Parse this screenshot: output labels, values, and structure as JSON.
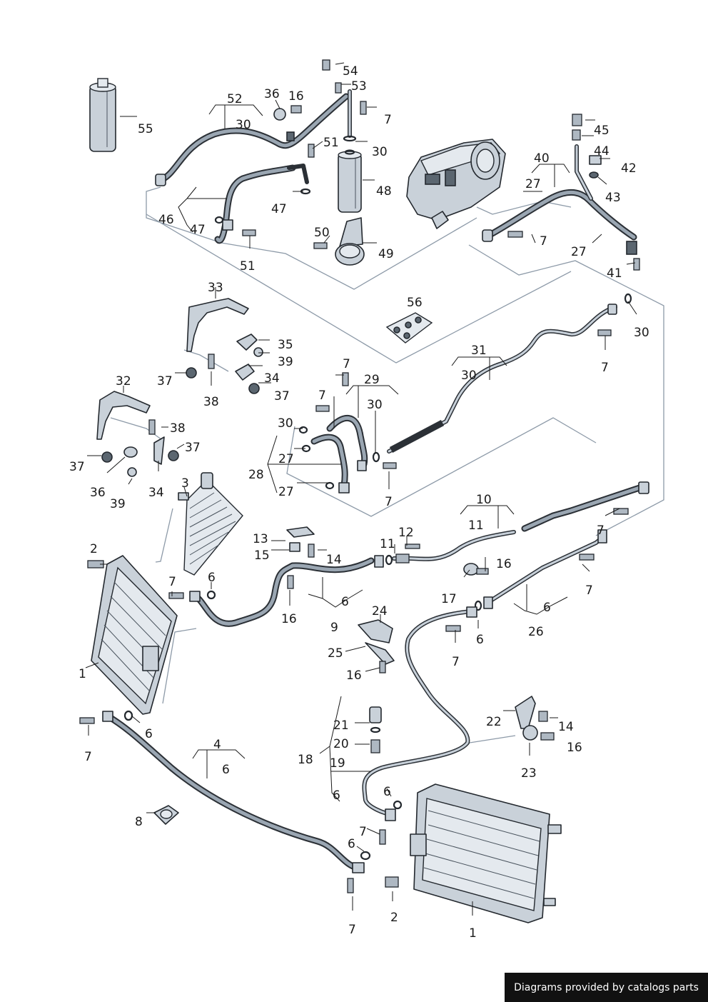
{
  "diagram": {
    "callouts": [
      {
        "id": "c55",
        "text": "55"
      },
      {
        "id": "c52",
        "text": "52"
      },
      {
        "id": "c30a",
        "text": "30"
      },
      {
        "id": "c36a",
        "text": "36"
      },
      {
        "id": "c16a",
        "text": "16"
      },
      {
        "id": "c54",
        "text": "54"
      },
      {
        "id": "c53",
        "text": "53"
      },
      {
        "id": "c7a",
        "text": "7"
      },
      {
        "id": "c51a",
        "text": "51"
      },
      {
        "id": "c30b",
        "text": "30"
      },
      {
        "id": "c48",
        "text": "48"
      },
      {
        "id": "c47a",
        "text": "47"
      },
      {
        "id": "c46",
        "text": "46"
      },
      {
        "id": "c47b",
        "text": "47"
      },
      {
        "id": "c50",
        "text": "50"
      },
      {
        "id": "c49",
        "text": "49"
      },
      {
        "id": "c51b",
        "text": "51"
      },
      {
        "id": "c45",
        "text": "45"
      },
      {
        "id": "c44",
        "text": "44"
      },
      {
        "id": "c42",
        "text": "42"
      },
      {
        "id": "c40",
        "text": "40"
      },
      {
        "id": "c27a",
        "text": "27"
      },
      {
        "id": "c43",
        "text": "43"
      },
      {
        "id": "c7b",
        "text": "7"
      },
      {
        "id": "c27b",
        "text": "27"
      },
      {
        "id": "c41",
        "text": "41"
      },
      {
        "id": "c56",
        "text": "56"
      },
      {
        "id": "c30c",
        "text": "30"
      },
      {
        "id": "c33",
        "text": "33"
      },
      {
        "id": "c35",
        "text": "35"
      },
      {
        "id": "c39a",
        "text": "39"
      },
      {
        "id": "c37a",
        "text": "37"
      },
      {
        "id": "c34a",
        "text": "34"
      },
      {
        "id": "c38a",
        "text": "38"
      },
      {
        "id": "c37b",
        "text": "37"
      },
      {
        "id": "c31",
        "text": "31"
      },
      {
        "id": "c30d",
        "text": "30"
      },
      {
        "id": "c7c",
        "text": "7"
      },
      {
        "id": "c7d",
        "text": "7"
      },
      {
        "id": "c29",
        "text": "29"
      },
      {
        "id": "c7e",
        "text": "7"
      },
      {
        "id": "c30e",
        "text": "30"
      },
      {
        "id": "c30f",
        "text": "30"
      },
      {
        "id": "c32",
        "text": "32"
      },
      {
        "id": "c38b",
        "text": "38"
      },
      {
        "id": "c37c",
        "text": "37"
      },
      {
        "id": "c37d",
        "text": "37"
      },
      {
        "id": "c36b",
        "text": "36"
      },
      {
        "id": "c34b",
        "text": "34"
      },
      {
        "id": "c39b",
        "text": "39"
      },
      {
        "id": "c27c",
        "text": "27"
      },
      {
        "id": "c28",
        "text": "28"
      },
      {
        "id": "c27d",
        "text": "27"
      },
      {
        "id": "c7f",
        "text": "7"
      },
      {
        "id": "c3",
        "text": "3"
      },
      {
        "id": "c10",
        "text": "10"
      },
      {
        "id": "c11a",
        "text": "11"
      },
      {
        "id": "c13",
        "text": "13"
      },
      {
        "id": "c15",
        "text": "15"
      },
      {
        "id": "c14a",
        "text": "14"
      },
      {
        "id": "c11b",
        "text": "11"
      },
      {
        "id": "c12",
        "text": "12"
      },
      {
        "id": "c7g",
        "text": "7"
      },
      {
        "id": "c16b",
        "text": "16"
      },
      {
        "id": "c7h",
        "text": "7"
      },
      {
        "id": "c2a",
        "text": "2"
      },
      {
        "id": "c7i",
        "text": "7"
      },
      {
        "id": "c6a",
        "text": "6"
      },
      {
        "id": "c6b",
        "text": "6"
      },
      {
        "id": "c16c",
        "text": "16"
      },
      {
        "id": "c17",
        "text": "17"
      },
      {
        "id": "c6c",
        "text": "6"
      },
      {
        "id": "c26",
        "text": "26"
      },
      {
        "id": "c9",
        "text": "9"
      },
      {
        "id": "c24",
        "text": "24"
      },
      {
        "id": "c6d",
        "text": "6"
      },
      {
        "id": "c25",
        "text": "25"
      },
      {
        "id": "c7j",
        "text": "7"
      },
      {
        "id": "c16d",
        "text": "16"
      },
      {
        "id": "c1a",
        "text": "1"
      },
      {
        "id": "c6e",
        "text": "6"
      },
      {
        "id": "c7k",
        "text": "7"
      },
      {
        "id": "c4",
        "text": "4"
      },
      {
        "id": "c6f",
        "text": "6"
      },
      {
        "id": "c21",
        "text": "21"
      },
      {
        "id": "c20",
        "text": "20"
      },
      {
        "id": "c18",
        "text": "18"
      },
      {
        "id": "c19",
        "text": "19"
      },
      {
        "id": "c22",
        "text": "22"
      },
      {
        "id": "c14b",
        "text": "14"
      },
      {
        "id": "c16e",
        "text": "16"
      },
      {
        "id": "c23",
        "text": "23"
      },
      {
        "id": "c8",
        "text": "8"
      },
      {
        "id": "c6g",
        "text": "6"
      },
      {
        "id": "c6h",
        "text": "6"
      },
      {
        "id": "c7l",
        "text": "7"
      },
      {
        "id": "c6i",
        "text": "6"
      },
      {
        "id": "c7m",
        "text": "7"
      },
      {
        "id": "c2b",
        "text": "2"
      },
      {
        "id": "c1b",
        "text": "1"
      }
    ]
  },
  "footer": {
    "text": "Diagrams provided by catalogs parts"
  }
}
